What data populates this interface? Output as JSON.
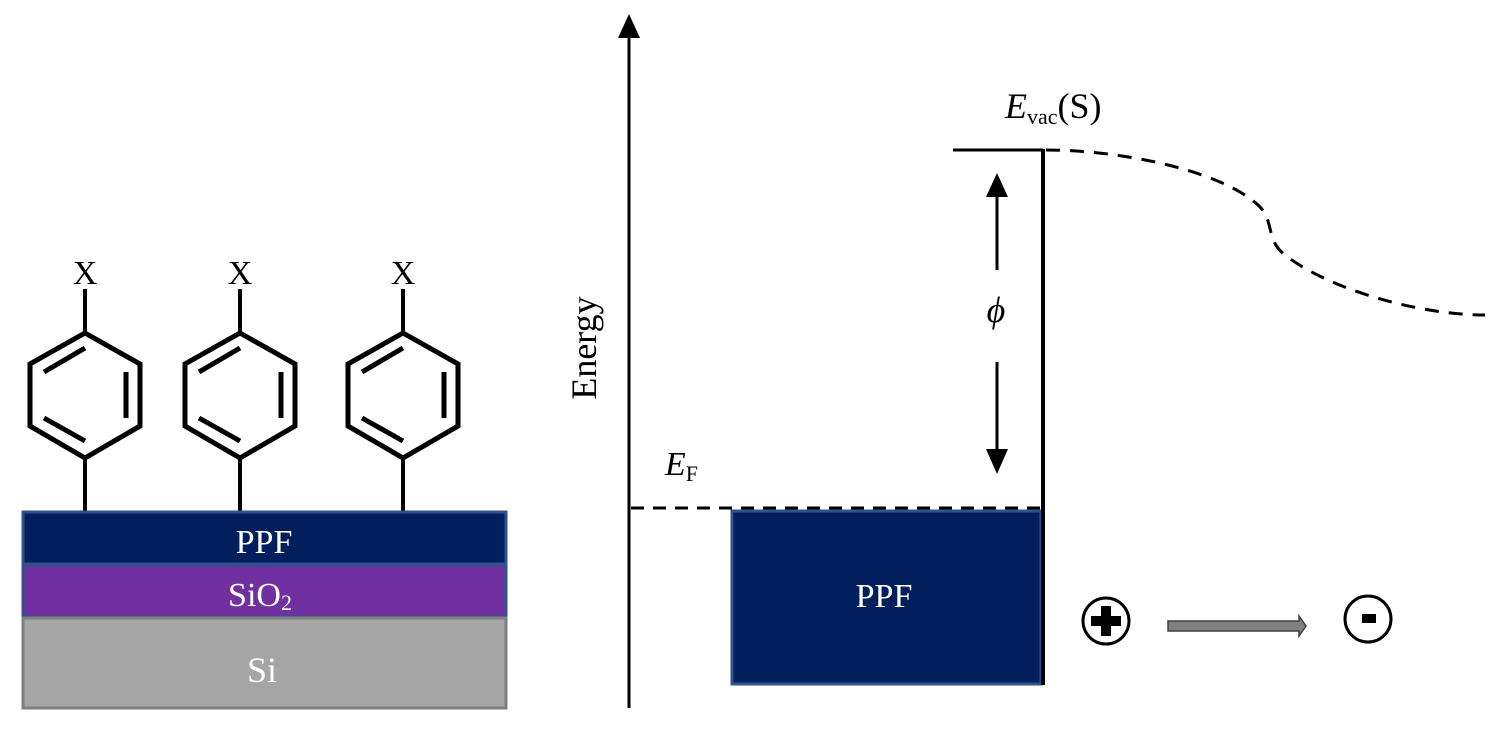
{
  "left_panel": {
    "substituent_label": "X",
    "molecules": [
      {
        "substituent": "X"
      },
      {
        "substituent": "X"
      },
      {
        "substituent": "X"
      }
    ],
    "layers": [
      {
        "name": "PPF",
        "label": "PPF",
        "color": "#001F5C",
        "border": "#2F528F"
      },
      {
        "name": "SiO2",
        "label": "SiO",
        "subscript": "2",
        "color": "#7030A0",
        "border": "#2F528F"
      },
      {
        "name": "Si",
        "label": "Si",
        "color": "#A5A5A5",
        "border": "#7F7F7F"
      }
    ]
  },
  "right_panel": {
    "axis_label": "Energy",
    "vacuum_level": {
      "symbol": "E",
      "subscript": "vac",
      "suffix": "(S)"
    },
    "fermi_level": {
      "symbol": "E",
      "subscript": "F"
    },
    "work_function_symbol": "ϕ",
    "ppf_block": {
      "label": "PPF",
      "color": "#001F5C",
      "border": "#2F528F"
    },
    "dipole": {
      "positive_symbol": "+",
      "negative_symbol": "−",
      "arrow_color": "#808080"
    }
  }
}
